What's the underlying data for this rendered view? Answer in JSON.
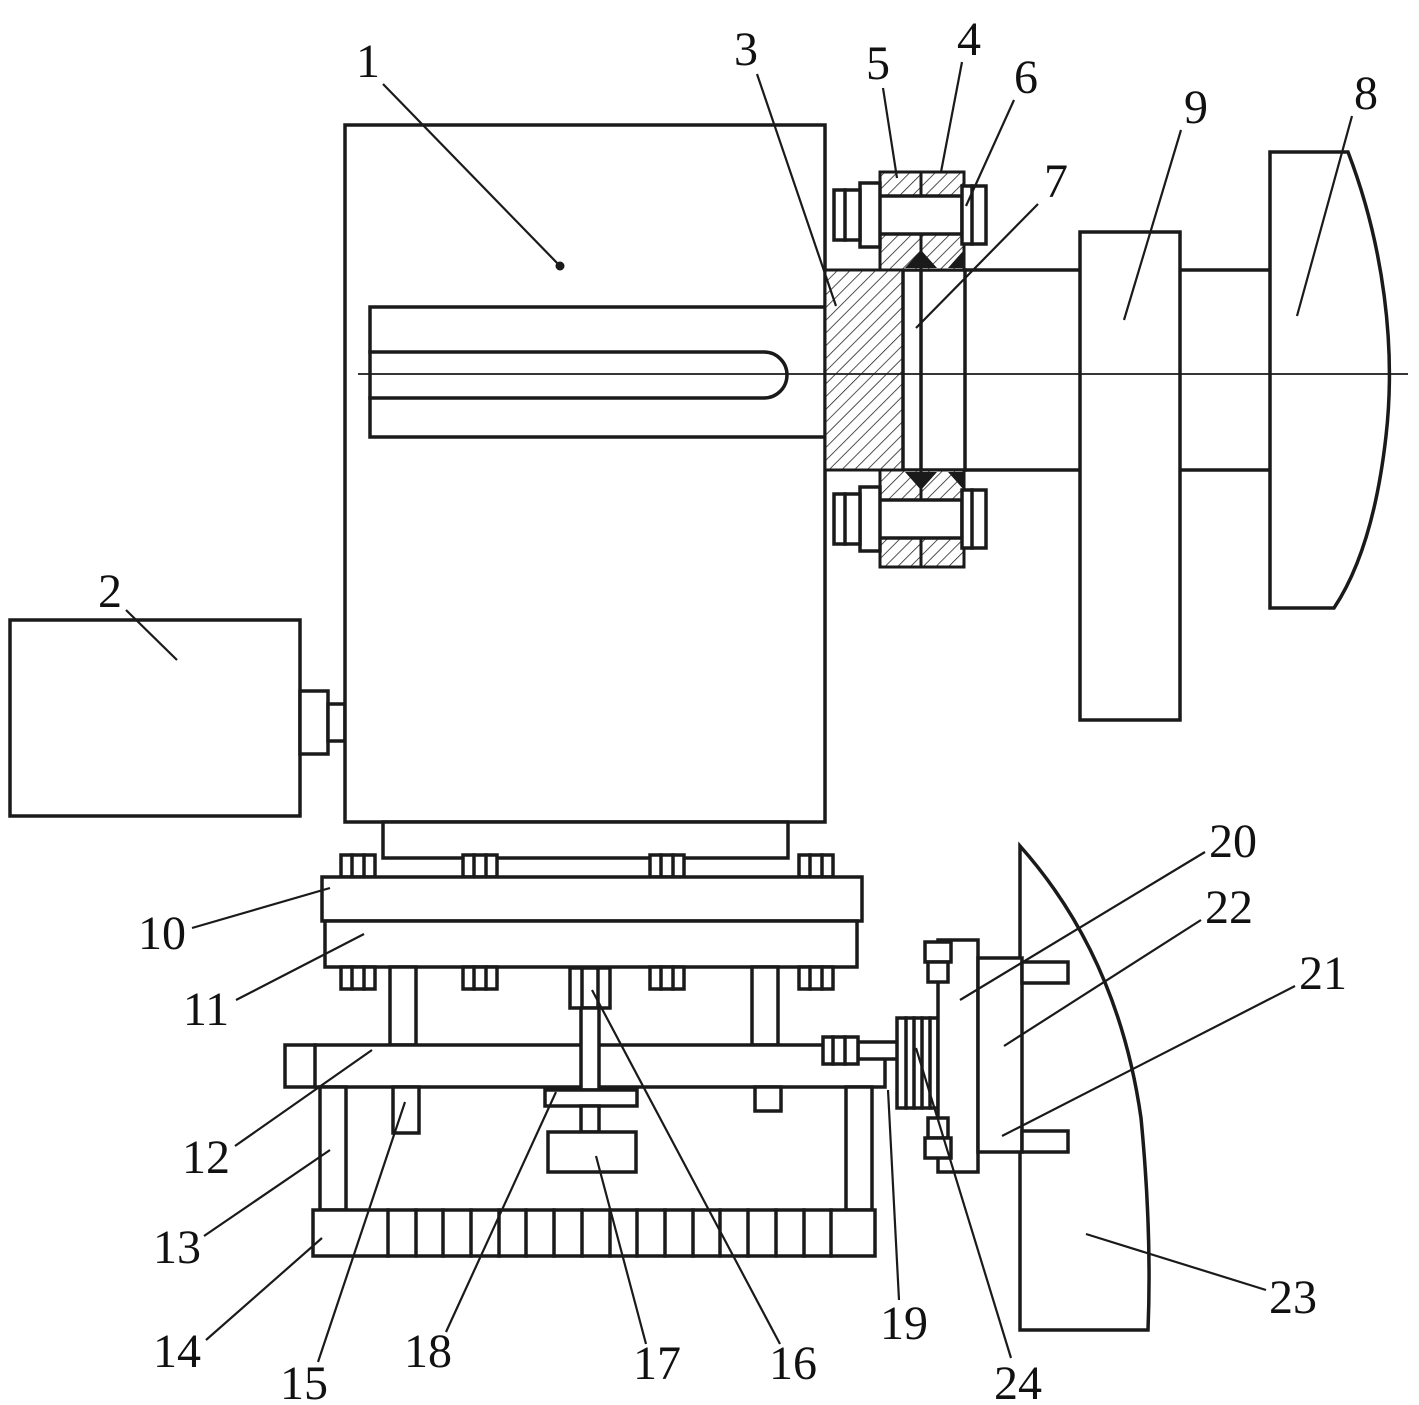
{
  "figure": {
    "background": "#ffffff",
    "line_color": "#1a1a1a",
    "labels": {
      "part1": "1",
      "part2": "2",
      "part3": "3",
      "part4": "4",
      "part5": "5",
      "part6": "6",
      "part7": "7",
      "part8": "8",
      "part9": "9",
      "part10": "10",
      "part11": "11",
      "part12": "12",
      "part13": "13",
      "part14": "14",
      "part15": "15",
      "part16": "16",
      "part17": "17",
      "part18": "18",
      "part19": "19",
      "part20": "20",
      "part21": "21",
      "part22": "22",
      "part23": "23",
      "part24": "24"
    }
  }
}
